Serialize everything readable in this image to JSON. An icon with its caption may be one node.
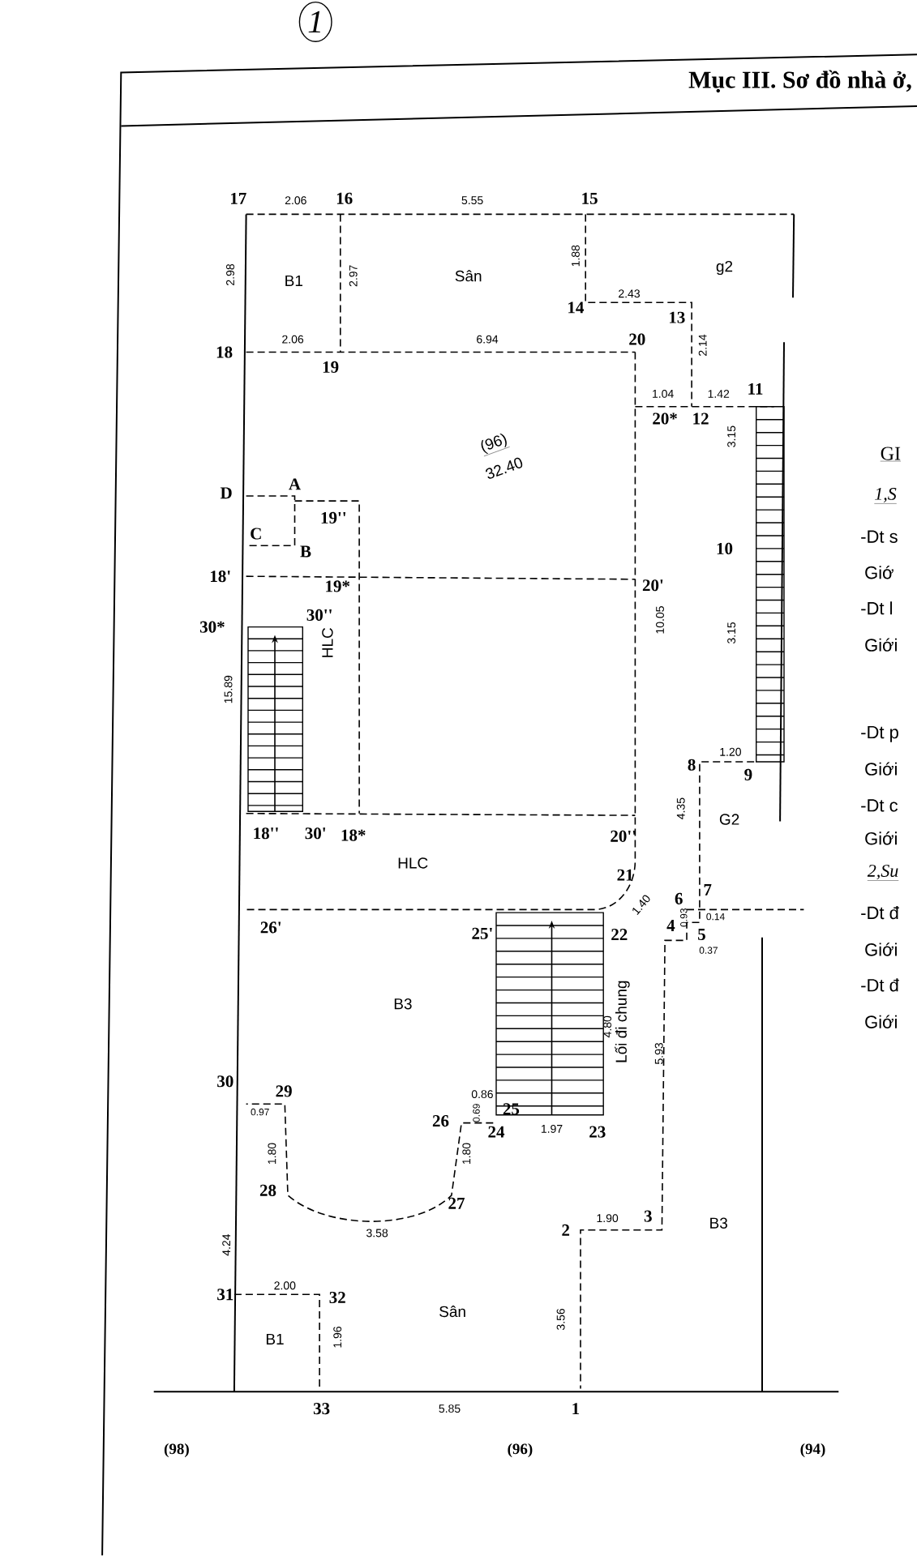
{
  "diagram": {
    "title": "Mục III. Sơ đồ nhà ở,",
    "labels": [
      "1",
      "17",
      "2.06",
      "16",
      "5.55",
      "15",
      "2.98",
      "B1",
      "2.97",
      "Sân",
      "1.88",
      "g2",
      "14",
      "2.43",
      "13",
      "2.14",
      "18",
      "2.06",
      "19",
      "6.94",
      "20",
      "1.04",
      "1.42",
      "11",
      "20*",
      "12",
      "(96)",
      "32.40",
      "3.15",
      "D",
      "A",
      "19''",
      "C",
      "B",
      "10",
      "18'",
      "19*",
      "20'",
      "10.05",
      "3.15",
      "30*",
      "30''",
      "HLC",
      "15.89",
      "1.20",
      "8",
      "9",
      "4.35",
      "G2",
      "18''",
      "30'",
      "18*",
      "20''",
      "HLC",
      "21",
      "6",
      "7",
      "1.40",
      "0.14",
      "26'",
      "25'",
      "22",
      "4",
      "0.93",
      "5",
      "0.37",
      "B3",
      "4.80",
      "Lối đi chung",
      "5.93",
      "30",
      "29",
      "0.97",
      "26",
      "0.86",
      "0.69",
      "25",
      "1.80",
      "1.80",
      "24",
      "1.97",
      "23",
      "28",
      "27",
      "3.58",
      "2",
      "1.90",
      "3",
      "B3",
      "4.24",
      "31",
      "2.00",
      "32",
      "Sân",
      "3.56",
      "B1",
      "1.96",
      "33",
      "5.85",
      "1",
      "(98)",
      "(96)",
      "(94)",
      "GI",
      "1,S",
      "-Dt s",
      "Giớ",
      "-Dt l",
      "Giới",
      "-Dt p",
      "Giới",
      "-Dt c",
      "Giới",
      "2,Su",
      "-Dt đ",
      "Giới",
      "-Dt đ",
      "Giới"
    ]
  }
}
